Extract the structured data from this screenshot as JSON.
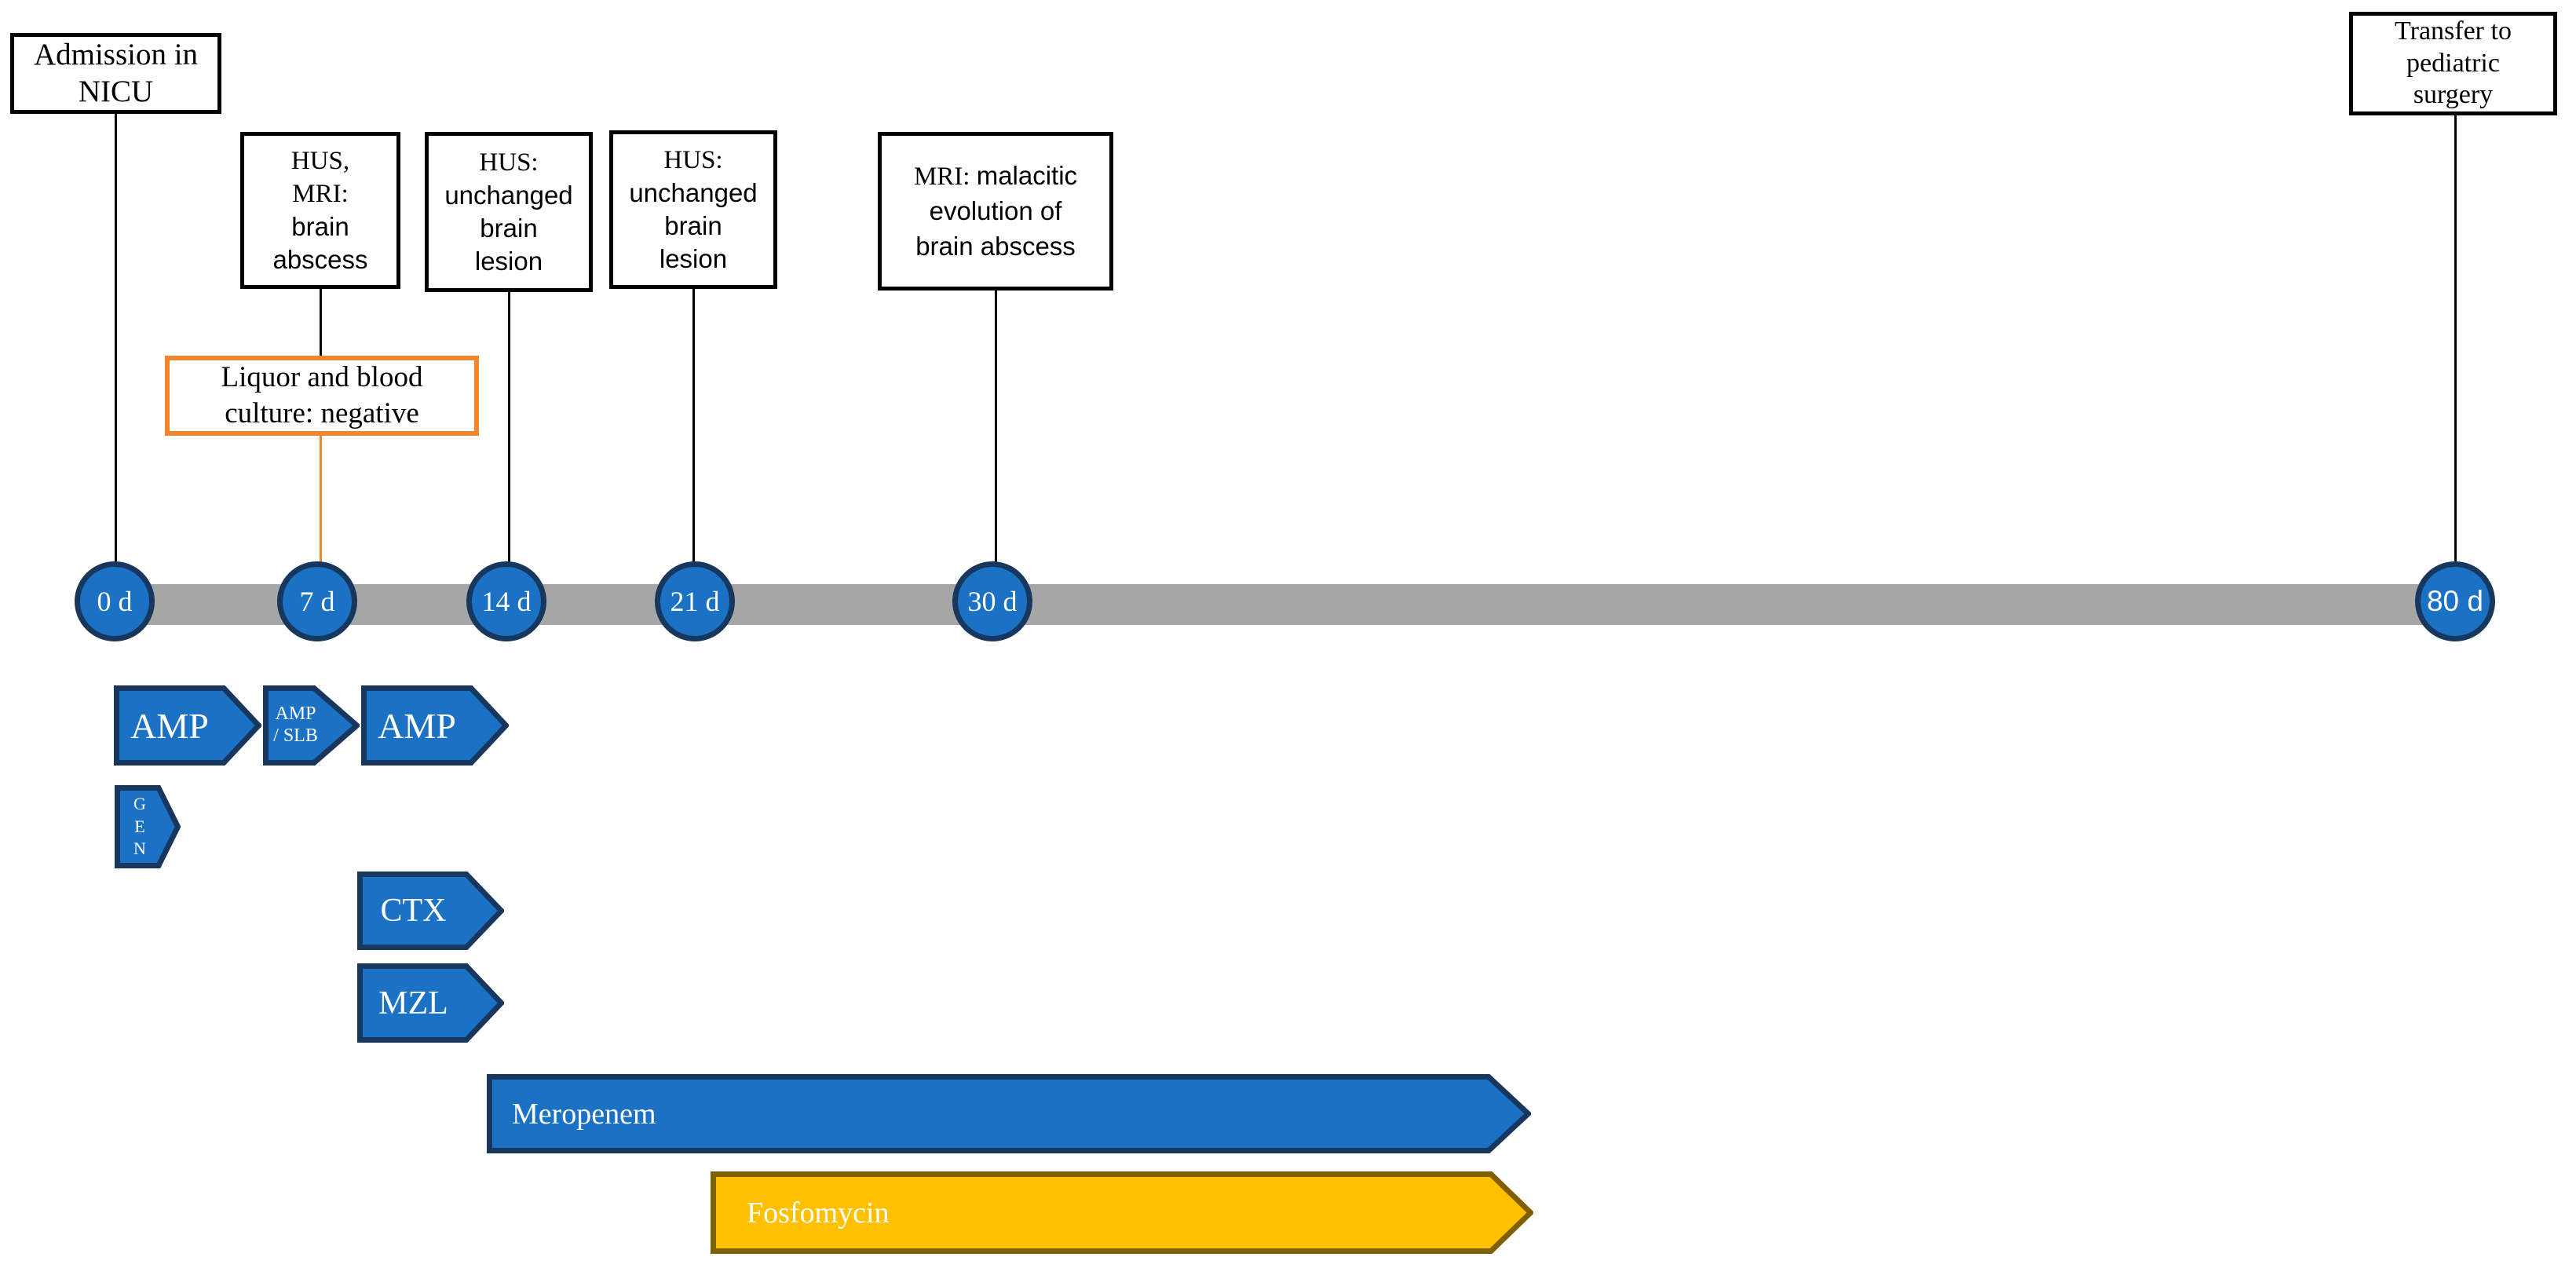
{
  "figure_type": "clinical-treatment-timeline",
  "colors": {
    "timeline_bar": "#A6A6A6",
    "node_fill": "#1B72C4",
    "node_border": "#17375E",
    "event_box_border": "#000000",
    "highlight_box_border": "#F5852D",
    "medication_fill": "#1B72C4",
    "medication_border": "#17375E",
    "fosfomycin_fill": "#FFC000",
    "fosfomycin_border": "#7F6000",
    "label_text": "#FFFFFF"
  },
  "event_boxes": {
    "admission": {
      "line1": "Admission in",
      "line2": "NICU"
    },
    "hus_mri": {
      "line1": "HUS,",
      "line2": "MRI:",
      "line3": "brain",
      "line4": "abscess"
    },
    "hus_unchanged_1": {
      "line1": "HUS:",
      "line2": "unchanged",
      "line3": "brain",
      "line4": "lesion"
    },
    "hus_unchanged_2": {
      "line1": "HUS:",
      "line2": "unchanged",
      "line3": "brain",
      "line4": "lesion"
    },
    "mri_malacitic": {
      "line1_prefix": "MRI:",
      "line1_rest": "malacitic",
      "line2": "evolution of",
      "line3": "brain abscess"
    },
    "culture": {
      "line1": "Liquor and blood",
      "line2": "culture: negative"
    },
    "transfer": {
      "line1": "Transfer to",
      "line2": "pediatric",
      "line3": "surgery"
    }
  },
  "timeline": {
    "points": [
      {
        "label": "0 d"
      },
      {
        "label": "7 d"
      },
      {
        "label": "14 d"
      },
      {
        "label": "21 d"
      },
      {
        "label": "30 d"
      },
      {
        "label": "80 d"
      }
    ]
  },
  "medications": [
    {
      "name": "ampicillin-first",
      "label": "AMP"
    },
    {
      "name": "ampicillin-sulbactam",
      "line1": "AMP",
      "line2": "/ SLB"
    },
    {
      "name": "ampicillin-second",
      "label": "AMP"
    },
    {
      "name": "gentamicin",
      "line1": "G",
      "line2": "E",
      "line3": "N"
    },
    {
      "name": "cefotaxime",
      "label": "CTX"
    },
    {
      "name": "mezlocillin",
      "label": "MZL"
    },
    {
      "name": "meropenem",
      "label": "Meropenem"
    },
    {
      "name": "fosfomycin",
      "label": "Fosfomycin"
    }
  ]
}
